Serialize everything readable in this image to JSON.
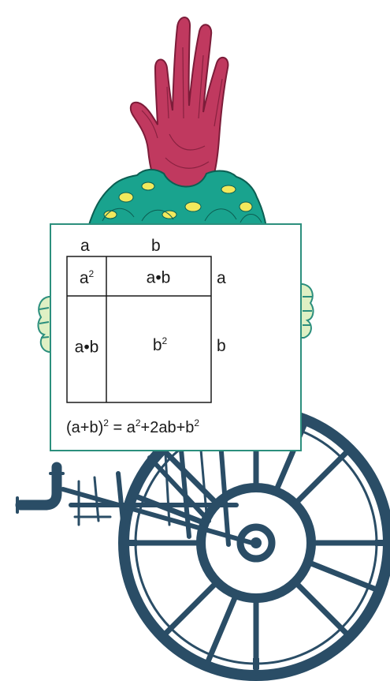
{
  "labels": {
    "top_a": "a",
    "top_b": "b",
    "right_a": "a",
    "right_b": "b"
  },
  "cells": {
    "top_left": {
      "base": "a",
      "exp": "2"
    },
    "top_right": "a•b",
    "bottom_left": "a•b",
    "bottom_right": {
      "base": "b",
      "exp": "2"
    }
  },
  "formula": {
    "lhs_base": "(a+b)",
    "lhs_exp": "2",
    "eq": " = a",
    "t1_exp": "2",
    "mid": "+2ab+b",
    "t3_exp": "2"
  },
  "colors": {
    "hand": "#c0395f",
    "collar": "#19a38e",
    "board_border": "#2c8f7d",
    "machine": "#2a4d66",
    "text": "#1a1a1a"
  }
}
